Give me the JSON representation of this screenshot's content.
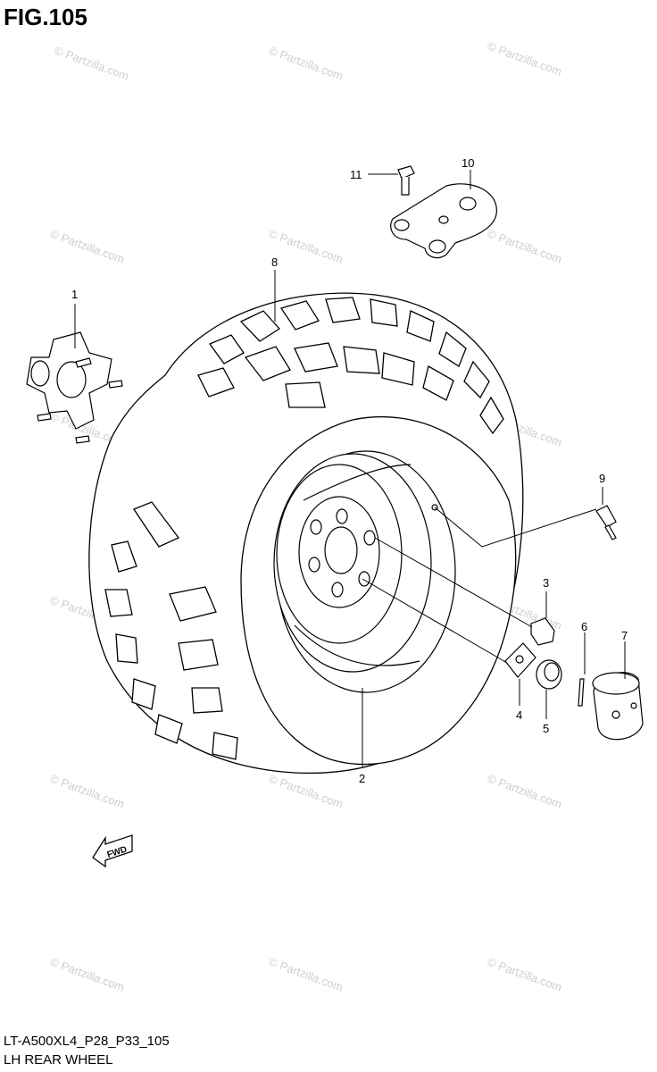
{
  "figure": {
    "title": "FIG.105",
    "model_code": "LT-A500XL4_P28_P33_105",
    "assembly_name": "LH REAR WHEEL"
  },
  "direction_arrow": {
    "label": "FWD"
  },
  "callouts": [
    "1",
    "2",
    "3",
    "4",
    "5",
    "6",
    "7",
    "8",
    "9",
    "10",
    "11"
  ],
  "watermark": {
    "text": "© Partzilla.com"
  },
  "colors": {
    "line": "#000000",
    "background": "#ffffff",
    "watermark": "#cfcfcf"
  }
}
